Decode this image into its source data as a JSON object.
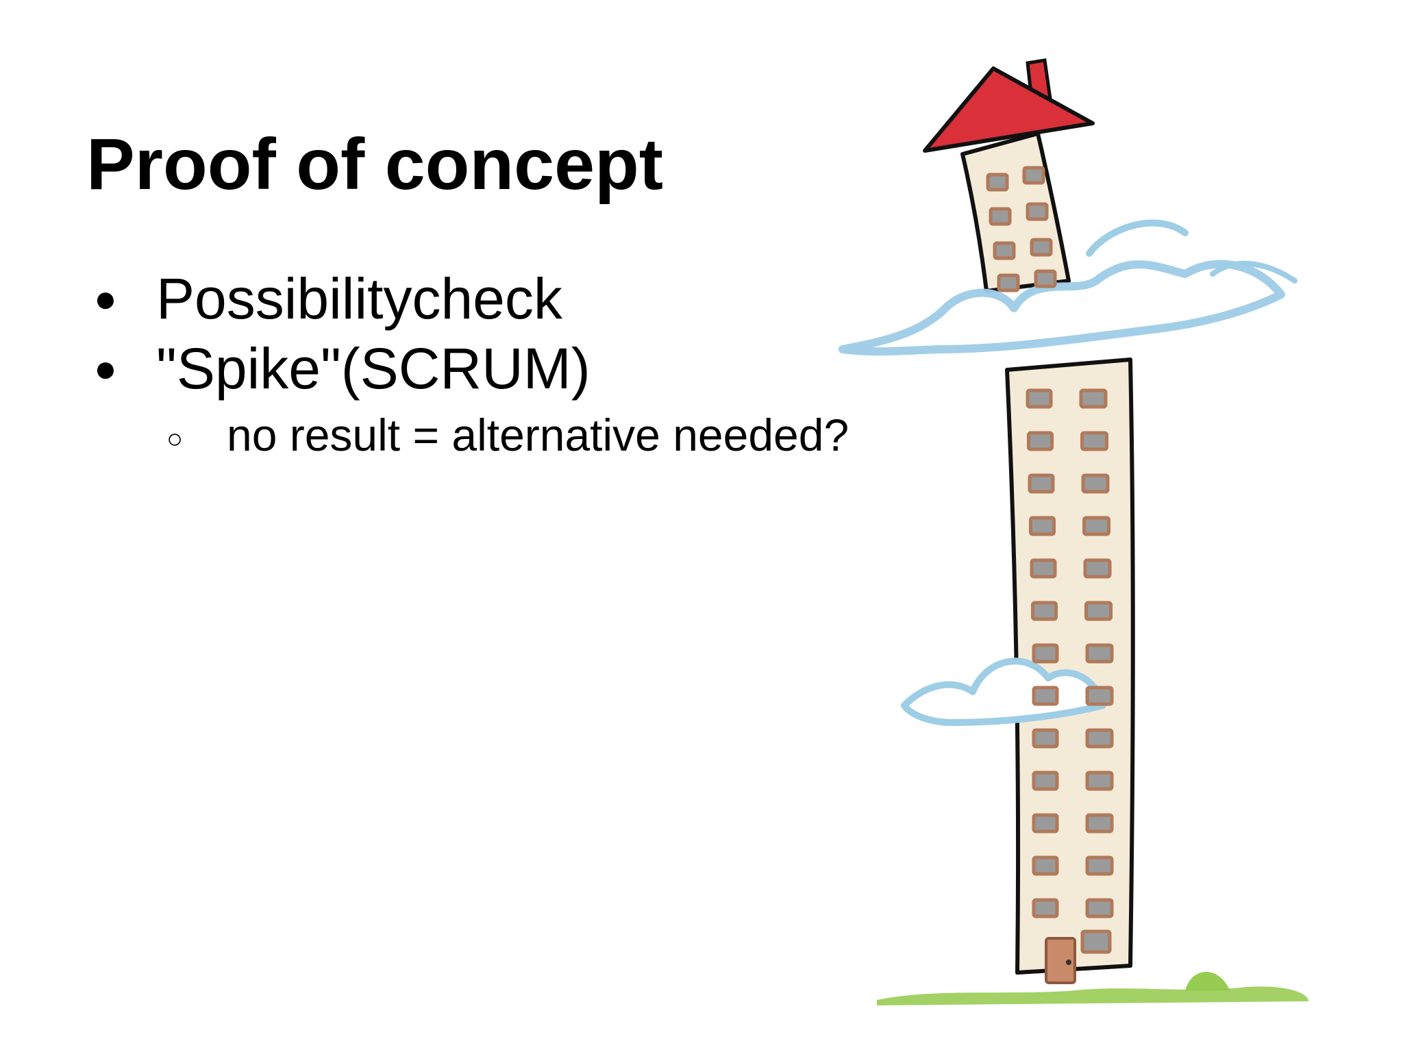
{
  "slide": {
    "title": "Proof of concept",
    "bullets": [
      {
        "marker": "●",
        "text": "Possibilitycheck"
      },
      {
        "marker": "●",
        "text": "\"Spike\"(SCRUM)",
        "subitems": [
          {
            "marker": "○",
            "text": "no result = alternative needed?"
          }
        ]
      }
    ]
  },
  "illustration": {
    "icon": "tall-house-through-clouds-icon",
    "colors": {
      "roof": "#d9303a",
      "wall": "#f4ead8",
      "cloud": "#9ecde6",
      "grass": "#8cc63f",
      "door": "#c98a6a",
      "window": "#b07a5a"
    }
  }
}
